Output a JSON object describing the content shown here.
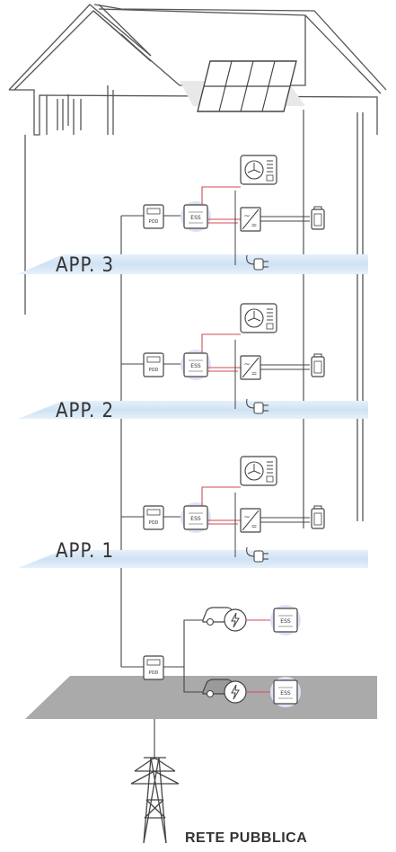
{
  "floors": [
    {
      "label": "APP. 3"
    },
    {
      "label": "APP. 2"
    },
    {
      "label": "APP. 1"
    }
  ],
  "meter_label": "POD",
  "grid_label": "RETE PUBBLICA",
  "colors": {
    "line": "#444444",
    "accent_red": "#d24a55",
    "floor_blue": "#d4e6f5",
    "ground_gray": "#a8a8a8",
    "highlight": "#c9d3ee"
  }
}
